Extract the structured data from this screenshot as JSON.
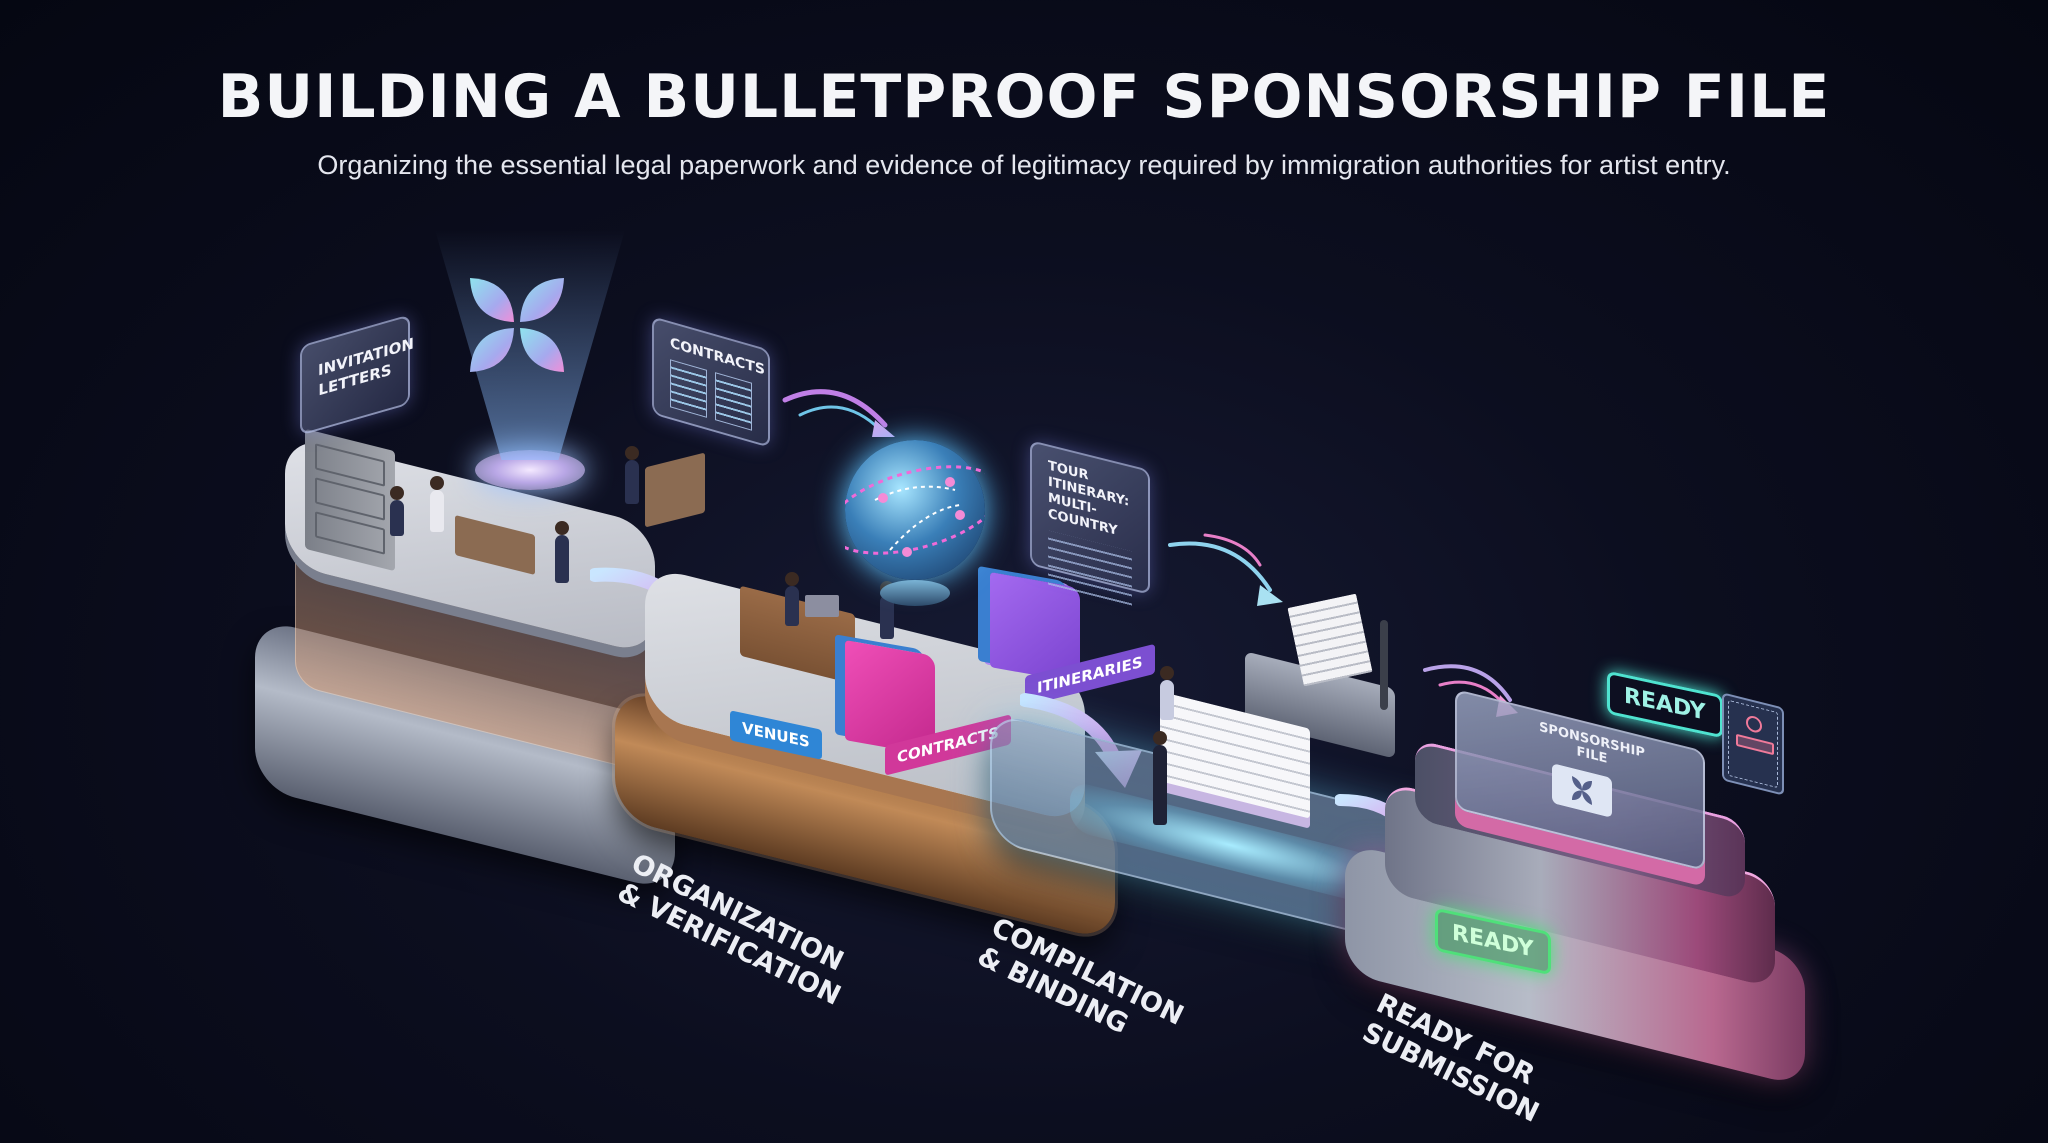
{
  "header": {
    "title": "BUILDING A BULLETPROOF SPONSORSHIP FILE",
    "subtitle": "Organizing the essential legal paperwork and evidence of legitimacy required by immigration authorities for artist entry."
  },
  "stages": [
    {
      "id": "gathering",
      "caption": "",
      "panels": [
        "INVITATION LETTERS",
        "CONTRACTS"
      ],
      "logo": "four-petal-logo",
      "colors": {
        "platform": "#9aa3b4",
        "glow": "#c9a07e"
      }
    },
    {
      "id": "organization",
      "caption": "ORGANIZATION\n& VERIFICATION",
      "folder_tags": [
        {
          "label": "VENUES",
          "color": "#2f86d6"
        },
        {
          "label": "CONTRACTS",
          "color": "#d1389a"
        },
        {
          "label": "ITINERARIES",
          "color": "#7c4fd1"
        }
      ],
      "panel": {
        "title_line1": "TOUR ITINERARY:",
        "title_line2": "MULTI-COUNTRY"
      },
      "globe": "globe-with-route-pins",
      "colors": {
        "platform": "#c0c4cc",
        "base": "#9a6a44",
        "glow": "#ffcf8a"
      }
    },
    {
      "id": "compilation",
      "caption": "COMPILATION\n& BINDING",
      "device": "binding-machine",
      "colors": {
        "platform": "#8fb8d6",
        "glow": "#6fd6ff"
      }
    },
    {
      "id": "submission",
      "caption": "READY FOR\nSUBMISSION",
      "book_title_line1": "SPONSORSHIP",
      "book_title_line2": "FILE",
      "ready_badge_top": "READY",
      "ready_badge_base": "READY",
      "stamp_icon": "approval-stamp-icon",
      "colors": {
        "platform": "#b2628f",
        "ready_top": "#4fe3d0",
        "ready_base": "#4fe07a"
      }
    }
  ],
  "colors": {
    "background": "#0a0c1c",
    "arrow": "#d9a6f0",
    "accent_cyan": "#7fd8ff",
    "accent_pink": "#f07ad0"
  }
}
